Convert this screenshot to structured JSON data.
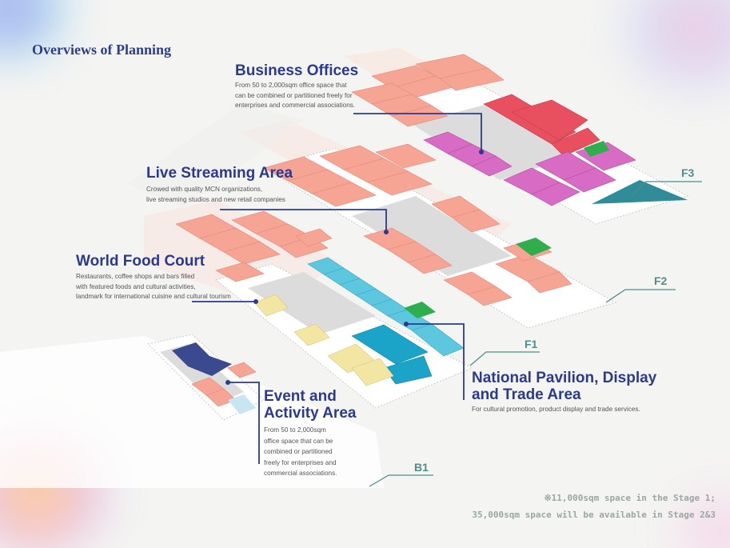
{
  "page_title": "Overviews of Planning",
  "areas": {
    "business_offices": {
      "title": "Business Offices",
      "desc": [
        "From 50 to 2,000sqm office space that",
        "can be combined or partitioned freely for",
        "enterprises and commercial associations."
      ]
    },
    "live_streaming": {
      "title": "Live Streaming Area",
      "desc": [
        "Crowed with quality MCN organizations,",
        "live streaming studios and new retail companies"
      ]
    },
    "world_food_court": {
      "title": "World Food Court",
      "desc": [
        "Restaurants, coffee shops and bars filled",
        "with featured foods and cultural activities,",
        "landmark for international cuisine and cultural tourism"
      ]
    },
    "national_pavilion": {
      "title": [
        "National Pavilion, Display",
        "and Trade Area"
      ],
      "desc": [
        "For cultural promotion, product display and trade services."
      ]
    },
    "event_activity": {
      "title": [
        "Event and",
        "Activity Area"
      ],
      "desc": [
        "From 50 to 2,000sqm",
        "office space that can be",
        "combined or partitioned",
        "freely for enterprises and",
        "commercial associations."
      ]
    }
  },
  "floors": {
    "f3": "F3",
    "f2": "F2",
    "f1": "F1",
    "b1": "B1"
  },
  "note": [
    "※11,000sqm space in the Stage 1;",
    "35,000sqm space will be available in Stage 2&3"
  ],
  "colors": {
    "heading": "#2b3a8f",
    "salmon": "#f6a595",
    "red": "#e8505f",
    "magenta": "#d86cc4",
    "cyan": "#5cc7de",
    "blue": "#1ca4c8",
    "yellow": "#f3e6a2",
    "green": "#2fae4e",
    "navy": "#3b4a8e",
    "teal": "#2f8c98"
  }
}
